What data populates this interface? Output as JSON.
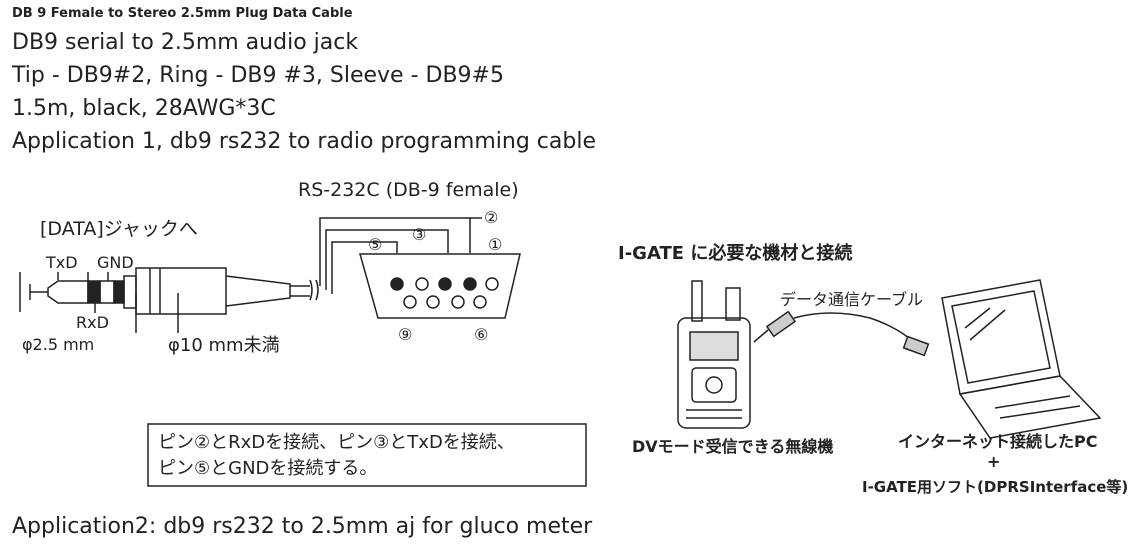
{
  "heading": "DB 9 Female to Stereo 2.5mm Plug Data Cable",
  "lines": [
    "DB9 serial to 2.5mm audio jack",
    "Tip - DB9#2, Ring - DB9 #3, Sleeve - DB9#5",
    "1.5m, black, 28AWG*3C",
    "Application 1, db9 rs232 to radio programming cable"
  ],
  "footer_line": "Application2:  db9 rs232 to 2.5mm aj for gluco meter",
  "figure": {
    "rs232_label": "RS-232C (DB-9 female)",
    "data_jack_label": "[DATA]ジャックへ",
    "txd": "TxD",
    "gnd": "GND",
    "rxd": "RxD",
    "phi_25": "φ2.5 mm",
    "phi_10": "φ10 mm未満",
    "pin2": "②",
    "pin3": "③",
    "pin5": "⑤",
    "pin1": "①",
    "pin9": "⑨",
    "pin6": "⑥",
    "note_line1": "ピン②とRxDを接続、ピン③とTxDを接続、",
    "note_line2": "ピン⑤とGNDを接続する。",
    "igate_title": "I-GATE に必要な機材と接続",
    "cable_label": "データ通信ケーブル",
    "radio_label": "DVモード受信できる無線機",
    "pc_label": "インターネット接続したPC",
    "plus": "+",
    "software_label": "I-GATE用ソフト(DPRSInterface等)"
  }
}
